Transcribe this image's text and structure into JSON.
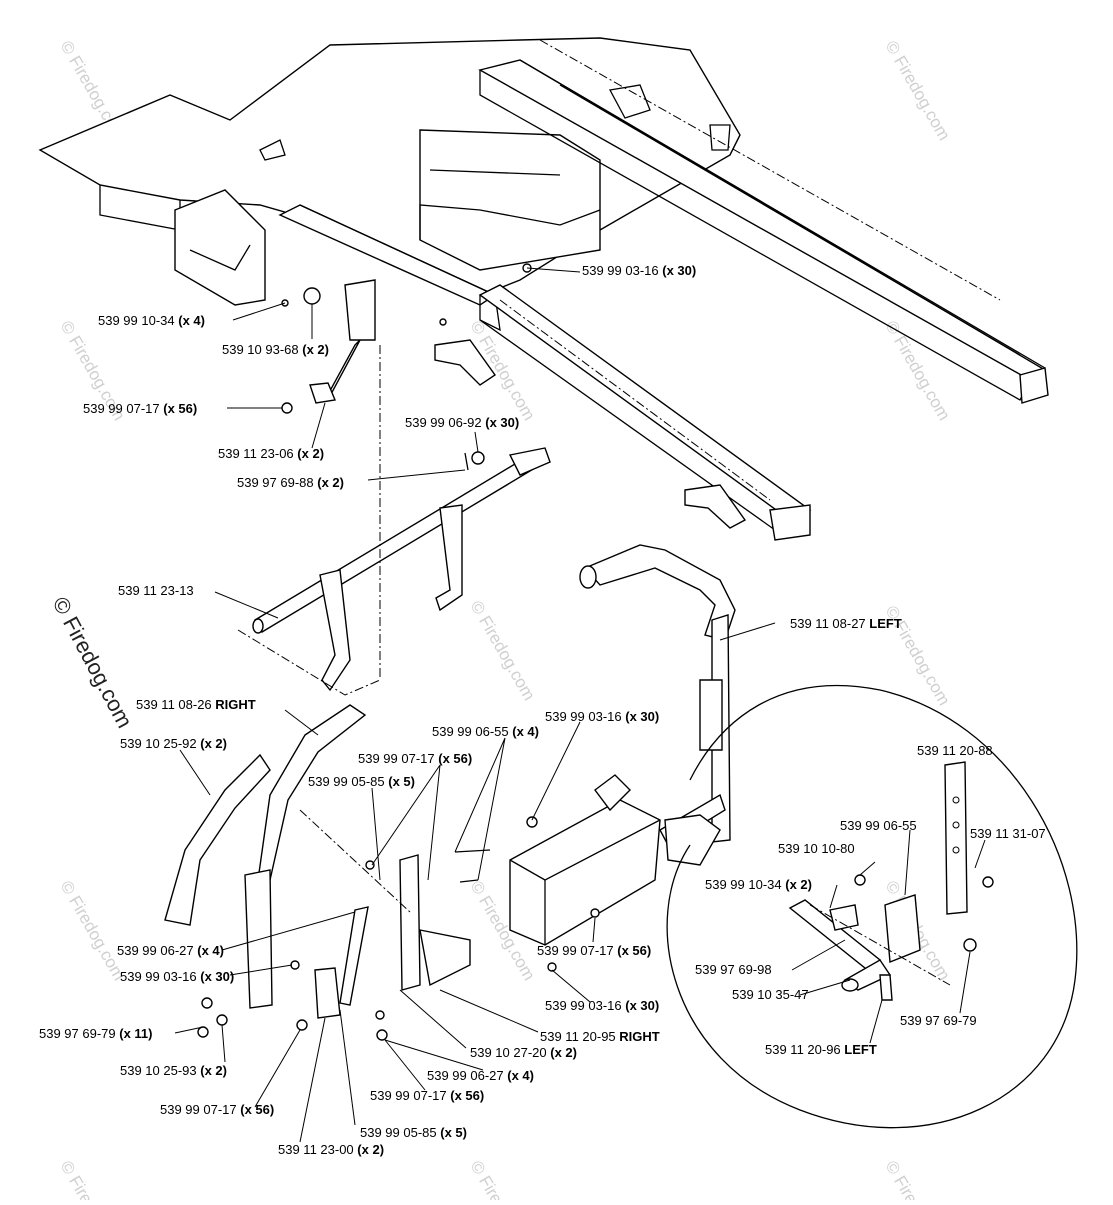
{
  "diagram": {
    "labels": [
      {
        "id": "l01",
        "pn": "539 99 03-16",
        "qty": "(x 30)"
      },
      {
        "id": "l02",
        "pn": "539 99 10-34",
        "qty": "(x 4)"
      },
      {
        "id": "l03",
        "pn": "539 10 93-68",
        "qty": "(x 2)"
      },
      {
        "id": "l04",
        "pn": "539 99 07-17",
        "qty": "(x 56)"
      },
      {
        "id": "l05",
        "pn": "539 11 23-06",
        "qty": "(x 2)"
      },
      {
        "id": "l06",
        "pn": "539 99 06-92",
        "qty": "(x 30)"
      },
      {
        "id": "l07",
        "pn": "539 97 69-88",
        "qty": "(x 2)"
      },
      {
        "id": "l08",
        "pn": "539 11 23-13",
        "qty": ""
      },
      {
        "id": "l09",
        "pn": "539 11 08-27",
        "qty": "LEFT"
      },
      {
        "id": "l10",
        "pn": "539 11 08-26",
        "qty": "RIGHT"
      },
      {
        "id": "l11",
        "pn": "539 10 25-92",
        "qty": "(x 2)"
      },
      {
        "id": "l12",
        "pn": "539 99 06-55",
        "qty": "(x 4)"
      },
      {
        "id": "l13",
        "pn": "539 99 03-16",
        "qty": "(x 30)"
      },
      {
        "id": "l14",
        "pn": "539 99 07-17",
        "qty": "(x 56)"
      },
      {
        "id": "l15",
        "pn": "539 99 05-85",
        "qty": "(x 5)"
      },
      {
        "id": "l16",
        "pn": "539 99 06-27",
        "qty": "(x 4)"
      },
      {
        "id": "l17",
        "pn": "539 99 03-16",
        "qty": "(x 30)"
      },
      {
        "id": "l18",
        "pn": "539 99 07-17",
        "qty": "(x 56)"
      },
      {
        "id": "l19",
        "pn": "539 99 03-16",
        "qty": "(x 30)"
      },
      {
        "id": "l20",
        "pn": "539 97 69-79",
        "qty": "(x 11)"
      },
      {
        "id": "l21",
        "pn": "539 10 25-93",
        "qty": "(x 2)"
      },
      {
        "id": "l22",
        "pn": "539 11 20-95",
        "qty": "RIGHT"
      },
      {
        "id": "l23",
        "pn": "539 10 27-20",
        "qty": "(x 2)"
      },
      {
        "id": "l24",
        "pn": "539 99 06-27",
        "qty": "(x 4)"
      },
      {
        "id": "l25",
        "pn": "539 99 07-17",
        "qty": "(x 56)"
      },
      {
        "id": "l26",
        "pn": "539 99 07-17",
        "qty": "(x 56)"
      },
      {
        "id": "l27",
        "pn": "539 99 05-85",
        "qty": "(x 5)"
      },
      {
        "id": "l28",
        "pn": "539 11 23-00",
        "qty": "(x 2)"
      }
    ],
    "inset_labels": [
      {
        "id": "i01",
        "pn": "539 11 20-88"
      },
      {
        "id": "i02",
        "pn": "539 99 06-55"
      },
      {
        "id": "i03",
        "pn": "539 11 31-07"
      },
      {
        "id": "i04",
        "pn": "539 10 10-80"
      },
      {
        "id": "i05",
        "pn": "539 99 10-34",
        "qty": "(x 2)"
      },
      {
        "id": "i06",
        "pn": "539 97 69-98"
      },
      {
        "id": "i07",
        "pn": "539 10 35-47"
      },
      {
        "id": "i08",
        "pn": "539 97 69-79"
      },
      {
        "id": "i09",
        "pn": "539 11 20-96",
        "qty": "LEFT"
      }
    ],
    "watermark": "© Firedog.com"
  }
}
